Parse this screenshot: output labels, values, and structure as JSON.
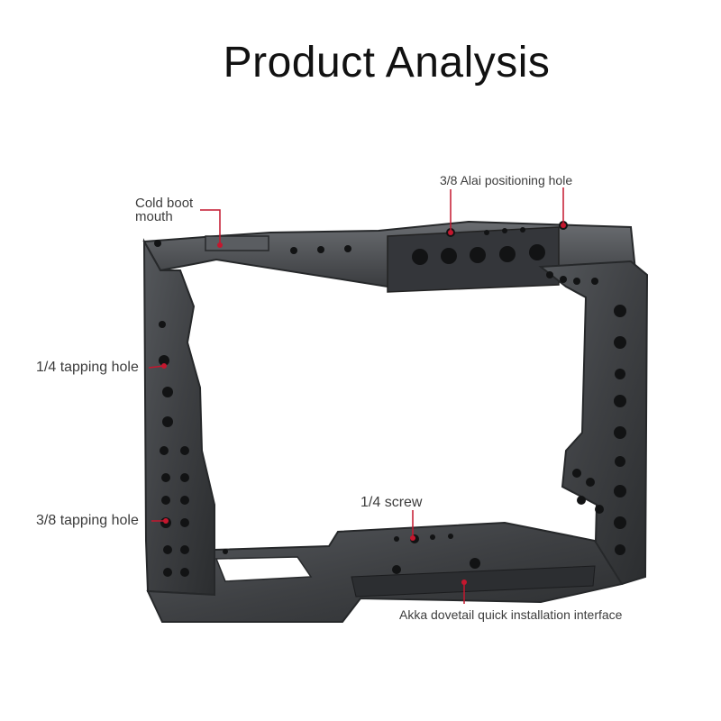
{
  "title": "Product Analysis",
  "callouts": {
    "cold_boot": "Cold boot",
    "cold_boot_line2": "mouth",
    "alai_hole": "3/8 Alai positioning hole",
    "tapping_quarter": "1/4 tapping hole",
    "tapping_three_eighths": "3/8 tapping hole",
    "screw": "1/4 screw",
    "dovetail": "Akka dovetail quick installation interface"
  },
  "colors": {
    "cage_body": "#3f4144",
    "cage_edge": "#26282a",
    "hole": "#121314",
    "leader": "#c4172e"
  }
}
